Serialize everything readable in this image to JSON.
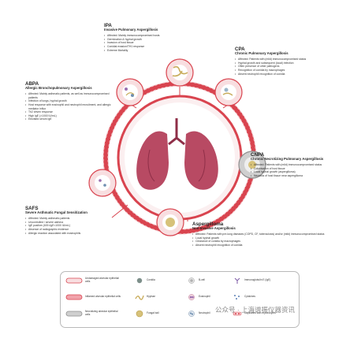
{
  "sections": {
    "ipa": {
      "title": "IPA",
      "subtitle": "Invasive Pulmonary Aspergillosis",
      "items": [
        "Affected: Mainly immunocompromised hosts",
        "Germination & hyphal growth",
        "Invasion of host tissue",
        "Conidial evasion/TH1 response",
        "Extreme Mortality"
      ]
    },
    "cpa": {
      "title": "CPA",
      "subtitle": "Chronic Pulmonary Aspergillosis",
      "items": [
        "Affected: Patients with (mild) immunocompromised status",
        "Hyphal growth and subsequent (local) infection",
        "Often presence of other pathogens",
        "Recognition of conidia by macrophages",
        "Absent neutrophil recognition of conidia"
      ]
    },
    "abpa": {
      "title": "ABPA",
      "subtitle": "Allergic Bronchopulmonary Aspergillosis",
      "items": [
        "Affected: Mainly asthmatic patients, as well as immunocompromised patients",
        "Infection of lungs, hyphal growth",
        "Host response with eosinophil and neutrophil recruitment, and allergic mediator influx",
        "Th2 driven response",
        "High IgE (>1000 IU/mL)",
        "Elevated serum IgE"
      ]
    },
    "cnpa": {
      "title": "CNPA",
      "subtitle": "Chronic Necrotizing Pulmonary Aspergillosis",
      "items": [
        "Affected: Patients with (mild) immunocompromised status",
        "Colonisation of host tissue",
        "Local hyphal growth (aspergilloma)",
        "Necrosis of host tissue near aspergilloma"
      ]
    },
    "safs": {
      "title": "SAFS",
      "subtitle": "Severe Asthmatic Fungal Sensitization",
      "items": [
        "Affected: Mainly asthmatic patients",
        "Uncontrolled / severe asthma",
        "IgE positive (400<IgE<1000 IU/mL)",
        "Absence of radiographic evidence",
        "Allergic reaction associated with eosinophils"
      ]
    },
    "aspergilloma": {
      "title": "Aspergilloma",
      "subtitle": "Non-Invasive Aspergillosis",
      "items": [
        "Affected: Patients with pre-lung diseases (COPD, CF, tuberculosis) and/or (mild) immunocompromised status",
        "Local hyphal growth",
        "Clearance of conidia by macrophages",
        "Absent neutrophil recognition of conidia"
      ]
    }
  },
  "legend": {
    "items": [
      {
        "icon": "undamaged-epithelium-icon",
        "label": "Undamaged alveolar epithelial cells"
      },
      {
        "icon": "inflamed-epithelium-icon",
        "label": "Inflamed alveolar epithelial cells"
      },
      {
        "icon": "necrotizing-epithelium-icon",
        "label": "Necrotizing alveolar epithelial cells"
      },
      {
        "icon": "conidia-icon",
        "label": "Conidia"
      },
      {
        "icon": "hyphae-icon",
        "label": "Hyphae"
      },
      {
        "icon": "fungal-ball-icon",
        "label": "Fungal ball"
      },
      {
        "icon": "b-cell-icon",
        "label": "B-cell"
      },
      {
        "icon": "eosinophil-icon",
        "label": "Eosinophil"
      },
      {
        "icon": "neutrophil-icon",
        "label": "Neutrophil"
      },
      {
        "icon": "immunoglobulin-icon",
        "label": "Immunoglobulin E (IgE)"
      },
      {
        "icon": "cytokines-icon",
        "label": "Cytokines"
      },
      {
        "icon": "capillaries-icon",
        "label": "Capillaries with erythrocytes"
      }
    ]
  },
  "watermark": "公众号 · 上海谱振仪器资讯",
  "colors": {
    "ring": "#d9444f",
    "ring_light": "#f3c9cd",
    "lung": "#b84a63",
    "lung_dark": "#8f2f48",
    "hyphae": "#d7c27a",
    "alveolus": "#f1c0c4",
    "necrosis": "#8e8e8e"
  }
}
